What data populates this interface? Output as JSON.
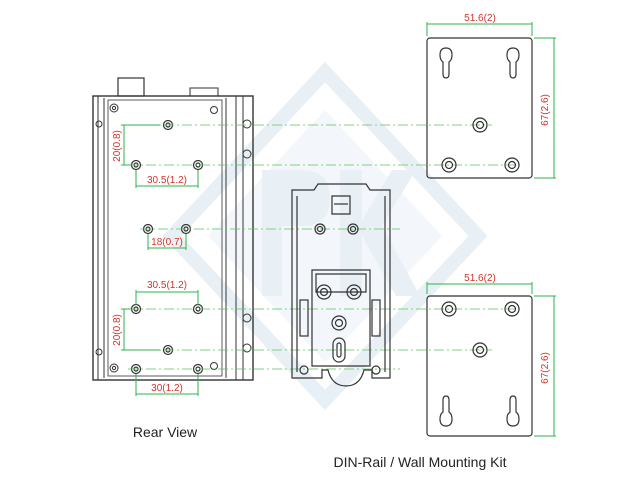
{
  "captions": {
    "rear_view": "Rear View",
    "kit": "DIN-Rail / Wall Mounting Kit"
  },
  "dimensions": {
    "rear_vertical_top": "20(0.8)",
    "rear_horizontal_top": "30.5(1.2)",
    "rear_middle": "18(0.7)",
    "rear_horizontal_lower": "30.5(1.2)",
    "rear_vertical_lower": "20(0.8)",
    "rear_horizontal_bottom": "30(1.2)",
    "wall_top_width": "51.6(2)",
    "wall_top_height": "67(2.6)",
    "wall_bottom_width": "51.6(2)",
    "wall_bottom_height": "67(2.6)"
  },
  "colors": {
    "outline": "#333333",
    "dimension": "#d0342c",
    "dimension_line": "#2db34a",
    "center_line": "#5cc45c",
    "watermark": "#d6e4f0"
  },
  "icons": {
    "watermark": "watermark-logo"
  }
}
